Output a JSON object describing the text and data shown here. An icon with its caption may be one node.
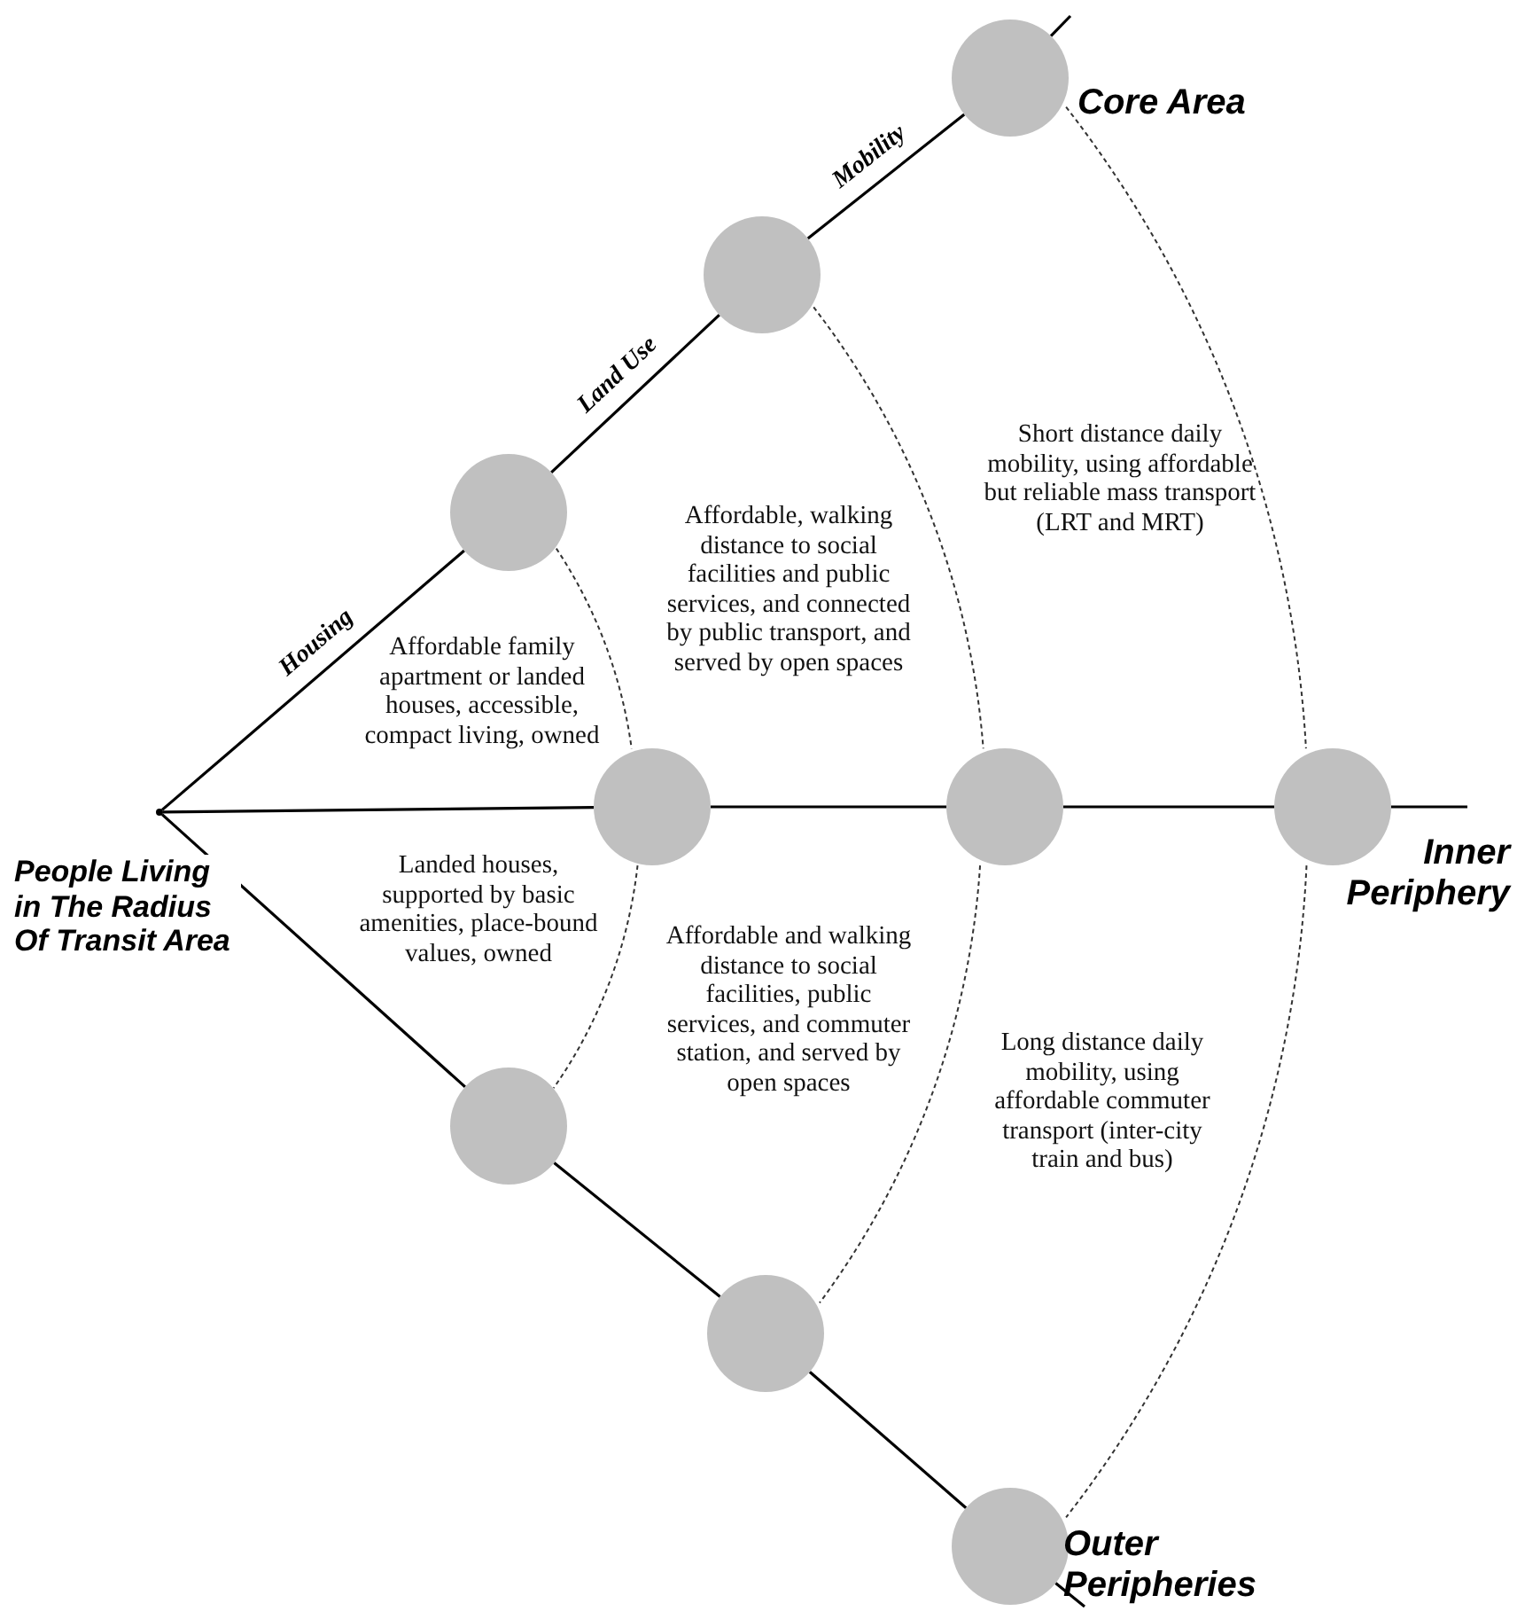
{
  "diagram": {
    "nodes": [
      {
        "text": [],
        "shape": "dot"
      },
      {
        "text": [],
        "shape": "circle"
      },
      {
        "text": [],
        "shape": "circle"
      },
      {
        "text": [],
        "shape": "circle",
        "beside": [
          "Core Area"
        ]
      },
      {
        "text": [],
        "shape": "circle"
      },
      {
        "text": [],
        "shape": "circle"
      },
      {
        "text": [],
        "shape": "circle",
        "beside": [
          "Inner Periphery"
        ]
      },
      {
        "text": [],
        "shape": "circle"
      },
      {
        "text": [],
        "shape": "circle"
      },
      {
        "text": [],
        "shape": "circle",
        "beside": [
          "Outer Peripheries"
        ]
      }
    ],
    "edges": [
      {
        "from": 0,
        "to": 1,
        "arrow": "none",
        "label": "Housing"
      },
      {
        "from": 1,
        "to": 2,
        "arrow": "none",
        "label": "Land Use"
      },
      {
        "from": 2,
        "to": 3,
        "arrow": "none",
        "label": "Mobility"
      },
      {
        "from": 3,
        "to": null,
        "arrow": "none"
      },
      {
        "from": 0,
        "to": 4,
        "arrow": "none"
      },
      {
        "from": 4,
        "to": 5,
        "arrow": "none"
      },
      {
        "from": 5,
        "to": 6,
        "arrow": "none"
      },
      {
        "from": 6,
        "to": null,
        "arrow": "none"
      },
      {
        "from": 0,
        "to": 7,
        "arrow": "none"
      },
      {
        "from": 7,
        "to": 8,
        "arrow": "none"
      },
      {
        "from": 8,
        "to": 9,
        "arrow": "none"
      },
      {
        "from": 9,
        "to": null,
        "arrow": "none"
      },
      {
        "from": 1,
        "to": 4,
        "arrow": "none",
        "style": "dashed"
      },
      {
        "from": 4,
        "to": 7,
        "arrow": "none",
        "style": "dashed"
      },
      {
        "from": 2,
        "to": 5,
        "arrow": "none",
        "style": "dashed"
      },
      {
        "from": 5,
        "to": 8,
        "arrow": "none",
        "style": "dashed"
      },
      {
        "from": 3,
        "to": 6,
        "arrow": "none",
        "style": "dashed"
      },
      {
        "from": 6,
        "to": 9,
        "arrow": "none",
        "style": "dashed"
      }
    ],
    "labels": [
      "Short distance daily mobility, using affordable but reliable mass transport (LRT and MRT)",
      "Affordable, walking distance to social facilities and public services, and connected by public transport, and served by open spaces",
      "Affordable family apartment or landed houses, accessible, compact living, owned",
      "People Living in The Radius Of Transit Area",
      "Landed houses, supported by basic amenities, place-bound values, owned",
      "Affordable and walking distance to social facilities, public services, and commuter station, and served by open spaces",
      "Long distance daily mobility, using affordable commuter transport (inter-city train and bus)"
    ]
  }
}
